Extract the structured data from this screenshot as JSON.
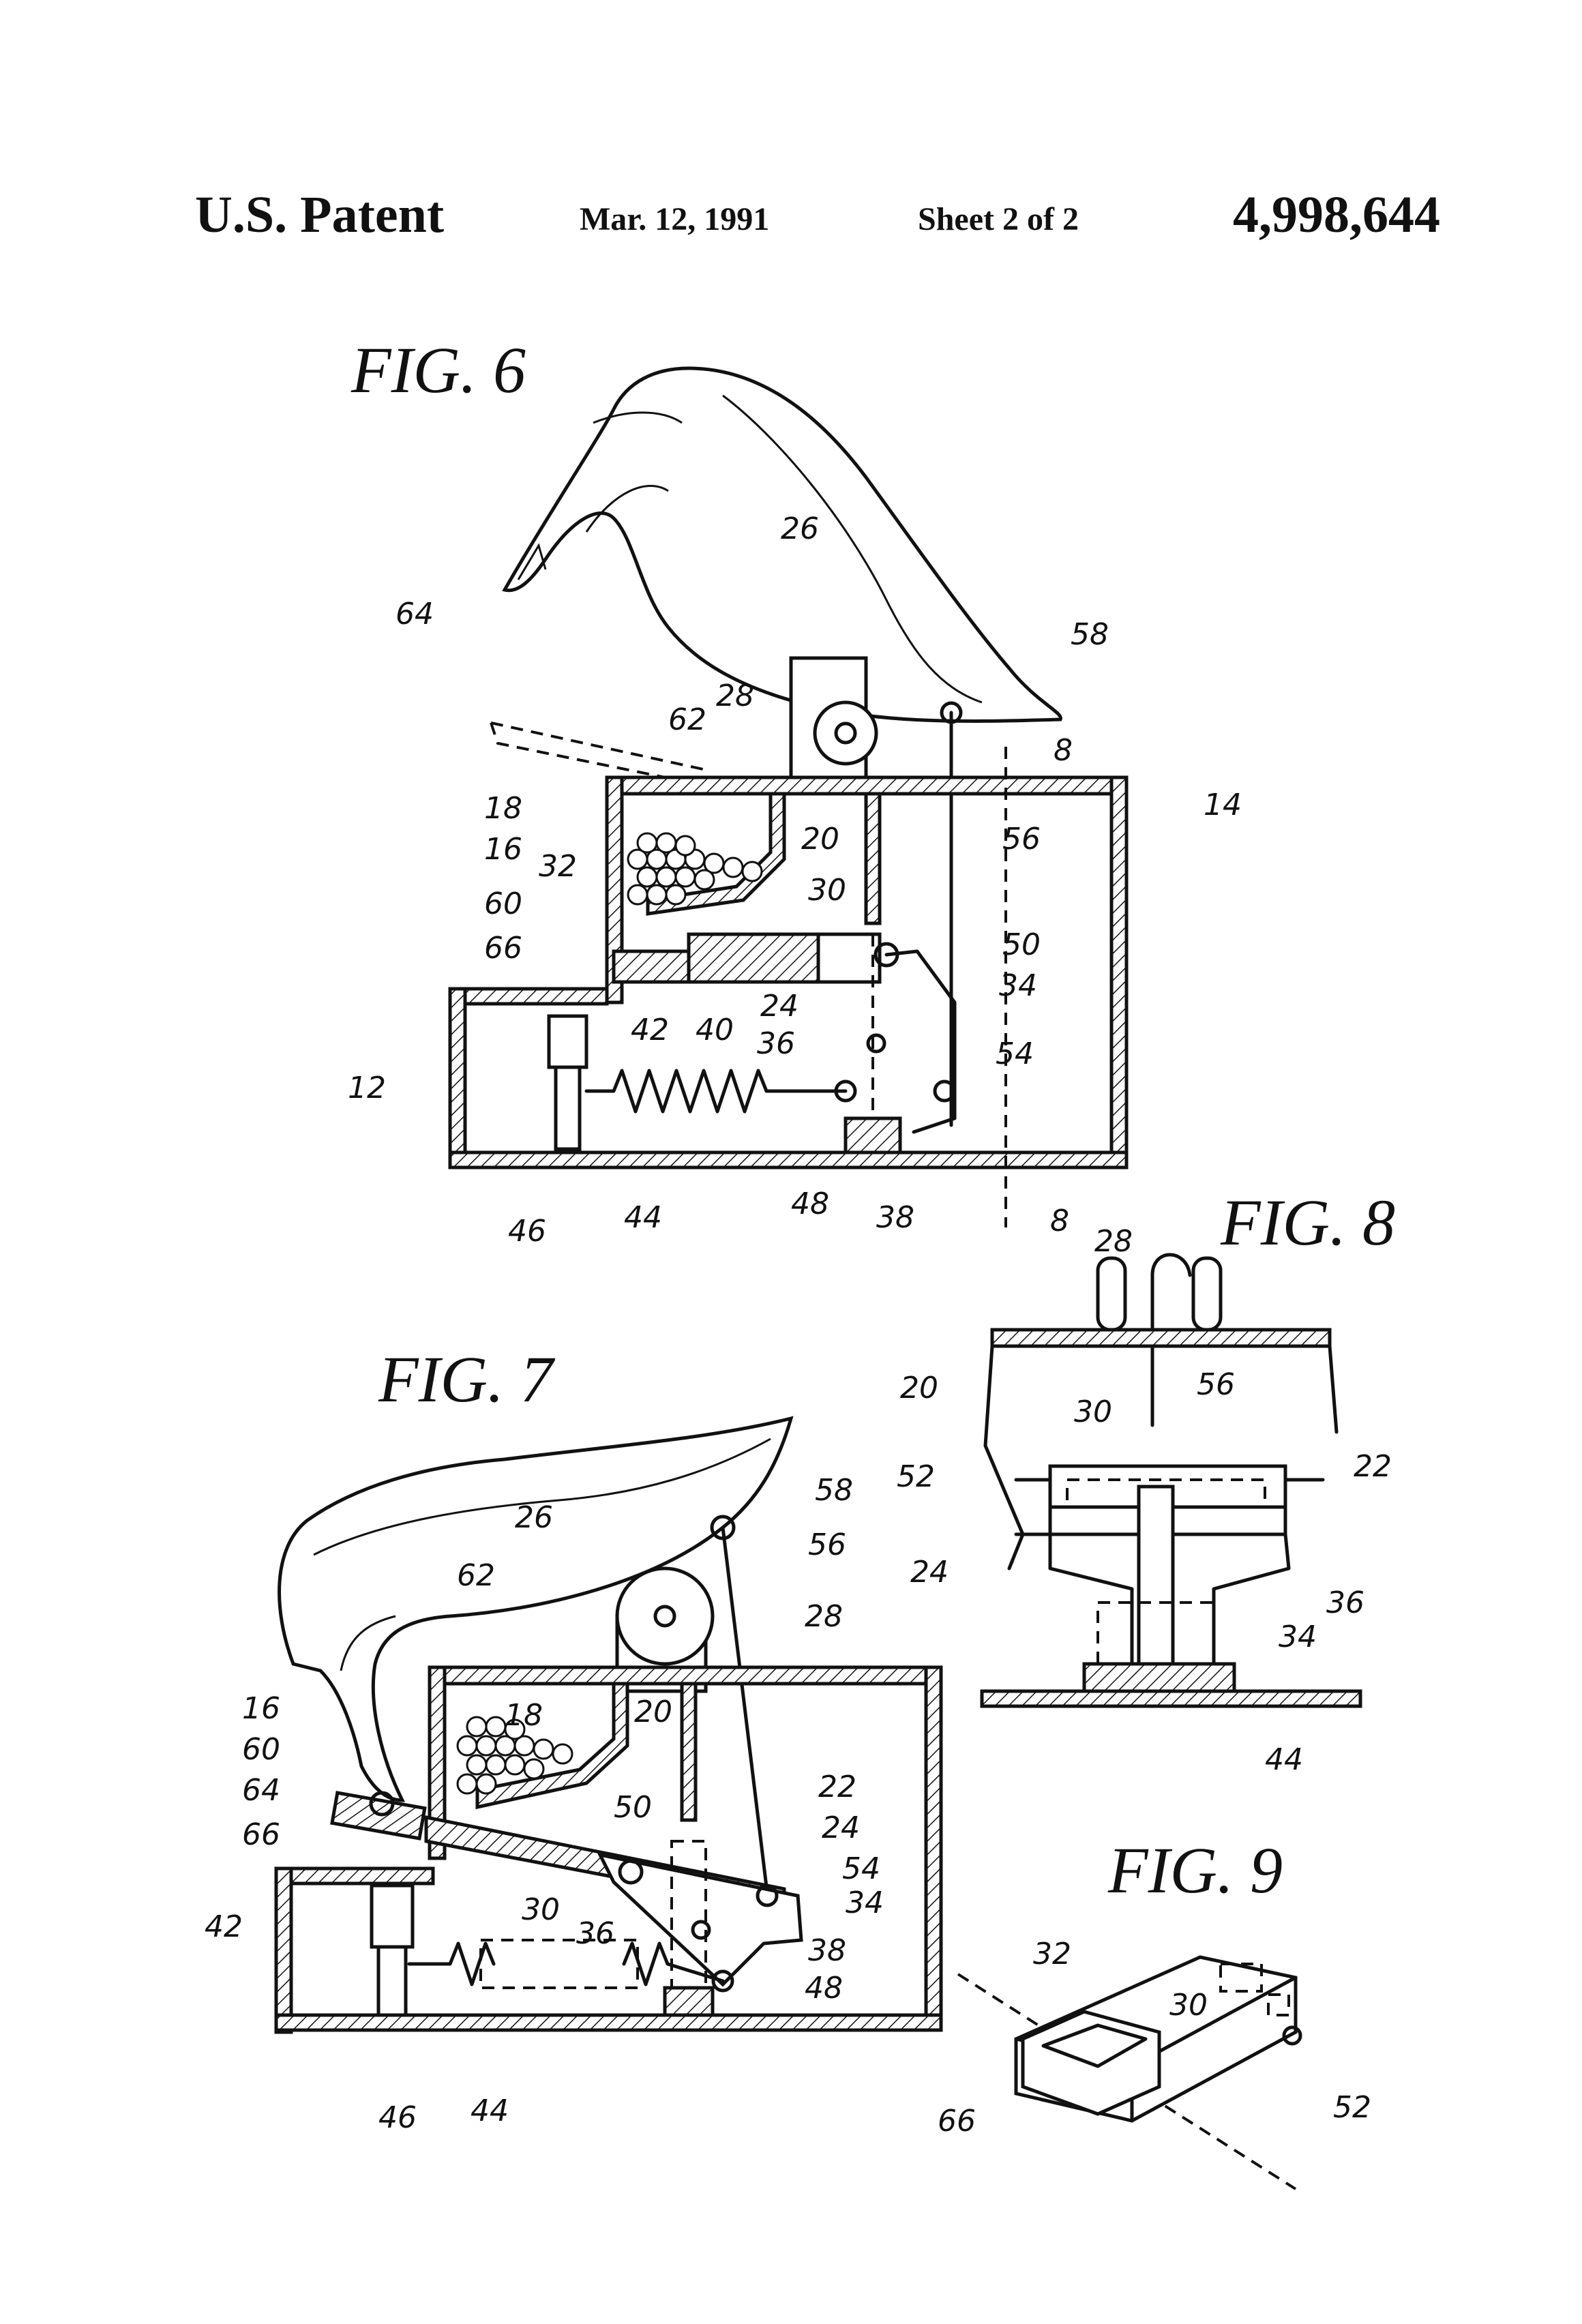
{
  "header": {
    "title": "U.S. Patent",
    "date": "Mar. 12, 1991",
    "sheet": "Sheet 2 of 2",
    "patent_number": "4,998,644"
  },
  "figures": {
    "fig6": "FIG. 6",
    "fig7": "FIG. 7",
    "fig8": "FIG. 8",
    "fig9": "FIG. 9"
  },
  "fig6_labels": [
    "64",
    "26",
    "58",
    "28",
    "62",
    "8",
    "14",
    "18",
    "16",
    "20",
    "56",
    "32",
    "60",
    "30",
    "66",
    "50",
    "34",
    "24",
    "42",
    "40",
    "36",
    "54",
    "12",
    "46",
    "44",
    "48",
    "38",
    "8"
  ],
  "fig7_labels": [
    "26",
    "58",
    "56",
    "62",
    "28",
    "18",
    "16",
    "60",
    "20",
    "22",
    "64",
    "50",
    "24",
    "54",
    "66",
    "34",
    "42",
    "30",
    "36",
    "38",
    "48",
    "46",
    "44"
  ],
  "fig8_labels": [
    "28",
    "20",
    "56",
    "30",
    "22",
    "52",
    "24",
    "36",
    "34",
    "44"
  ],
  "fig9_labels": [
    "32",
    "30",
    "66",
    "52"
  ]
}
